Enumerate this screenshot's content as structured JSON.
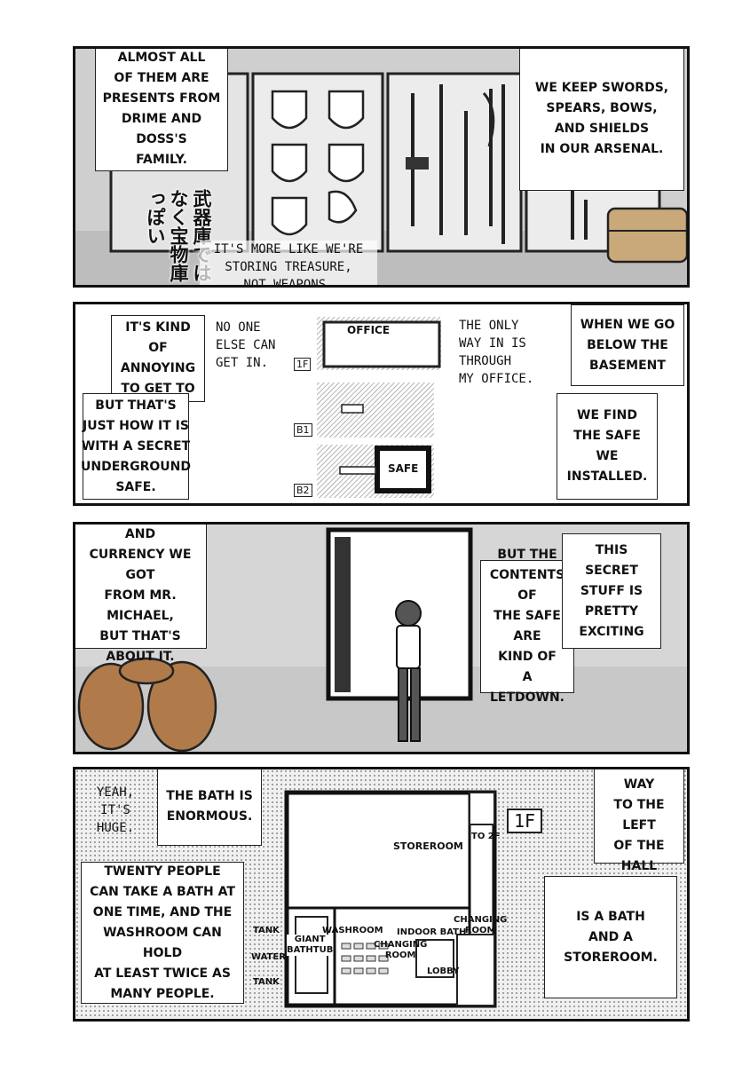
{
  "panel1": {
    "caption_left": "Almost all\nof them are\npresents from\nDrime and Doss's\nfamily.",
    "caption_right": "We keep swords,\nspears, bows,\nand shields\nin our arsenal.",
    "jp_text": [
      "武器庫では",
      "なく宝物庫",
      "っぽい"
    ],
    "handwritten": "It's more like we're\nstoring treasure,\nnot weapons."
  },
  "panel2": {
    "caption_left_top": "It's kind of\nannoying\nto get to",
    "caption_left_bottom": "But that's\njust how it is\nwith a secret\nunderground\nsafe.",
    "hand_left": "No one\nelse can\nget in.",
    "hand_right": "The only\nway in is\nthrough\nmy office.",
    "caption_right_top": "When we go\nbelow the\nbasement",
    "caption_right_bottom": "We find\nthe safe\nwe installed.",
    "map_labels": {
      "office": "OFFICE",
      "safe": "SAFE",
      "floor1": "1F",
      "floorb1": "B1",
      "floorb2": "B2"
    }
  },
  "panel3": {
    "caption_left": "We have coins and\ncurrency we got\nfrom Mr. Michael,\nbut that's\nabout it.",
    "caption_mid": "But the\ncontents of\nthe safe are\nkind of\na letdown.",
    "caption_right": "This secret\nstuff is\npretty\nexciting"
  },
  "panel4": {
    "hand_topleft": "Yeah,\nit's\nhuge.",
    "caption_bath": "The bath is\nenormous.",
    "caption_left": "Twenty people\ncan take a bath at\none time, and the\nwashroom can hold\nat least twice as\nmany people.",
    "caption_right_top": "All the way\nto the left\nof the hall",
    "caption_right_bottom": "is a bath\nand a\nstoreroom.",
    "floor_tag": "1F",
    "map_labels": {
      "storeroom": "STOREROOM",
      "to2f": "TO 2F",
      "indoor_bath": "INDOOR BATH",
      "changing_room_right": "CHANGING\nROOM",
      "washroom": "WASHROOM",
      "changing_room_mid": "CHANGING\nROOM",
      "lobby": "LOBBY",
      "giant_bathtub": "GIANT\nBATHTUB",
      "tank_top": "TANK",
      "water": "WATER",
      "tank_bottom": "TANK"
    }
  }
}
